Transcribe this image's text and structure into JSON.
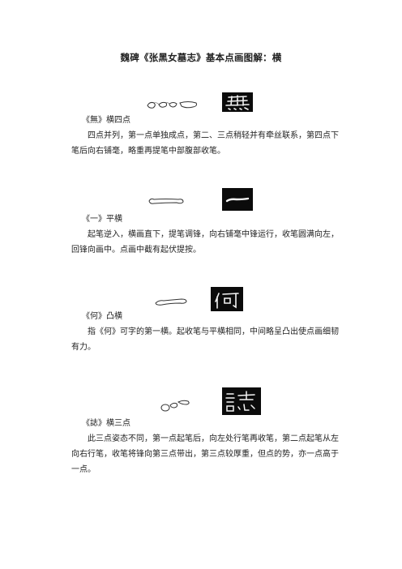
{
  "title": "魏碑《张黑女墓志》基本点画图解：横",
  "sections": [
    {
      "label": "《無》横四点",
      "description": "四点并列，第一点单独成点，第二、三点稍轻并有牵丝联系，第四点下笔后向右铺毫，略重再提笔中部腹部收笔。"
    },
    {
      "label": "《一》平横",
      "description": "起笔逆入，横画直下，提笔调锋，向右铺毫中锋运行，收笔圆满向左，回锋向画中。点画中截有起伏提按。"
    },
    {
      "label": "《何》凸横",
      "description": "指《何》可字的第一横。起收笔与平横相同，中间略呈凸出使点画细韧有力。"
    },
    {
      "label": "《誌》横三点",
      "description": "此三点姿态不同，第一点起笔后，向左处行笔再收笔，第二点起笔从左向右行笔，收笔将锋向第三点带出，第三点较厚重，但点的势，亦一点高于一点。"
    }
  ],
  "colors": {
    "text": "#222222",
    "ink": "#0b0b0b",
    "paper": "#ffffff"
  },
  "icons": [
    "brush-stroke-four-dots",
    "rubbing-wu",
    "brush-stroke-flat",
    "rubbing-yi",
    "brush-stroke-convex",
    "rubbing-he",
    "brush-stroke-three-dots",
    "rubbing-zhi"
  ]
}
